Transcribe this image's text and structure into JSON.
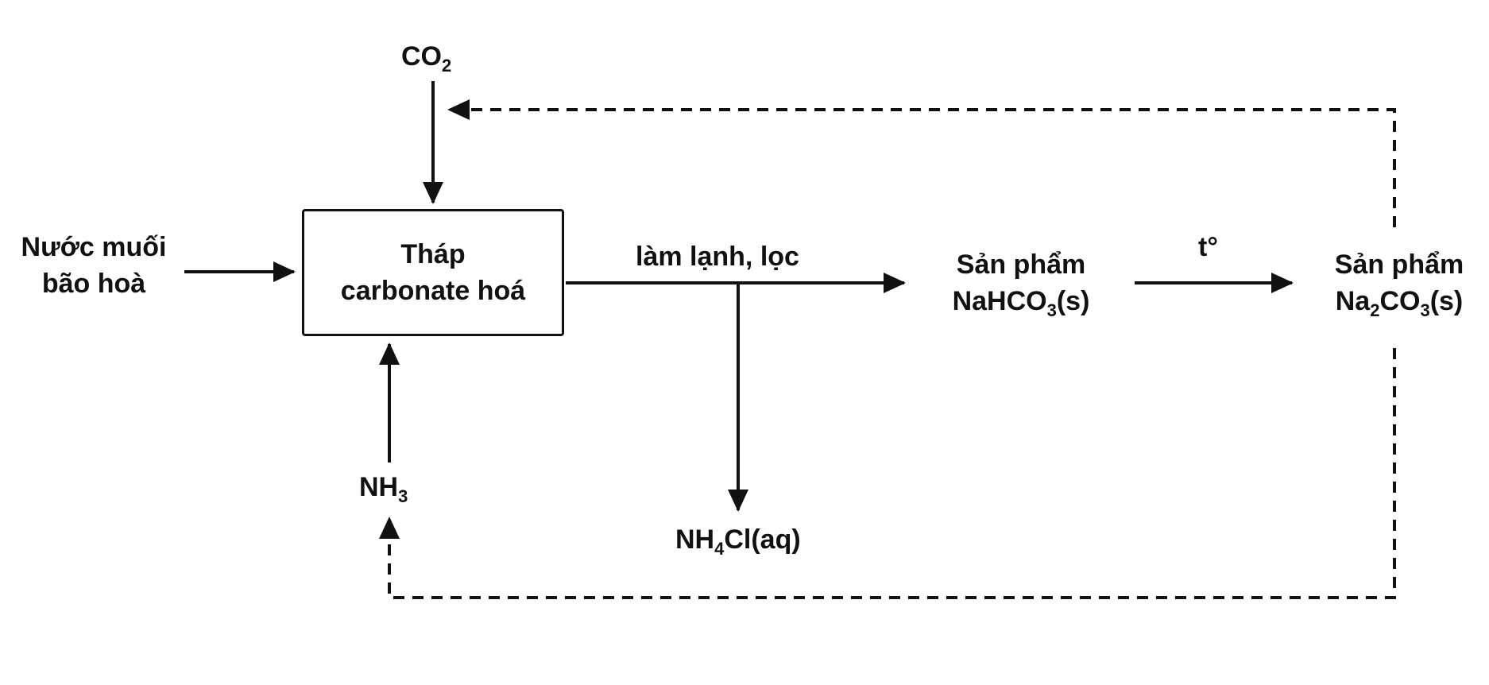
{
  "nodes": {
    "co2": {
      "base": "CO",
      "sub": "2",
      "tail": ""
    },
    "brine": {
      "line1": "Nước muối",
      "line2": "bão hoà"
    },
    "tower": {
      "line1": "Tháp",
      "line2": "carbonate hoá"
    },
    "cool_filter": "làm lạnh, lọc",
    "nahco3": {
      "line1": "Sản phẩm",
      "base": "NaHCO",
      "sub": "3",
      "tail": "(s)"
    },
    "temp": "t°",
    "na2co3": {
      "line1": "Sản phẩm",
      "base1": "Na",
      "sub1": "2",
      "base2": "CO",
      "sub2": "3",
      "tail": "(s)"
    },
    "nh3": {
      "base": "NH",
      "sub": "3",
      "tail": ""
    },
    "nh4cl": {
      "base": "NH",
      "sub": "4",
      "tail": "Cl(aq)"
    }
  },
  "colors": {
    "line": "#111111",
    "background": "#ffffff"
  }
}
